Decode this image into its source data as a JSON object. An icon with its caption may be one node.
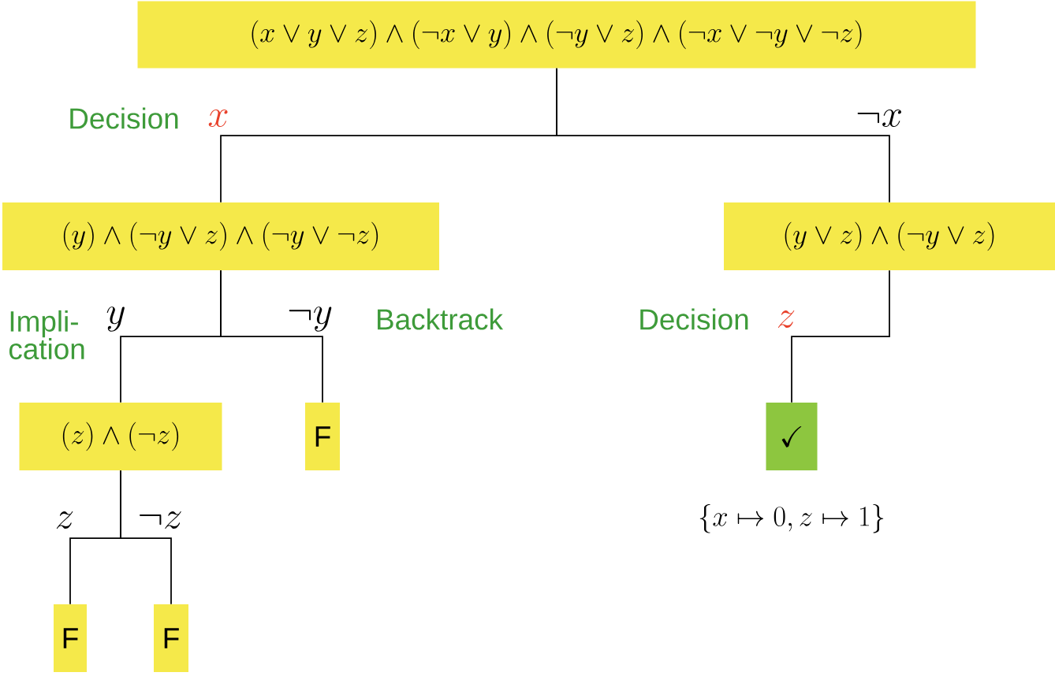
{
  "diagram": {
    "nodes": [
      {
        "text": [
          "(x \\lor y \\lor z) \\land (\\lnot x \\lor y) \\land (\\lnot y \\lor z) \\land (\\lnot x \\lor \\lnot y \\lor \\lnot z)"
        ]
      },
      {
        "text": [
          "(y) \\land (\\lnot y \\lor z) \\land (\\lnot y \\lor \\lnot z)"
        ]
      },
      {
        "text": [
          "(y \\lor z) \\land (\\lnot y \\lor z)"
        ]
      },
      {
        "text": [
          "(z) \\land (\\lnot z)"
        ]
      },
      {
        "text": [
          "F"
        ]
      },
      {
        "text": [
          "\\checkmark"
        ],
        "beside": [
          "\\{x \\mapsto 0, z \\mapsto 1\\}"
        ]
      },
      {
        "text": [
          "F"
        ]
      },
      {
        "text": [
          "F"
        ]
      }
    ],
    "edges": [
      {
        "from": 0,
        "to": 1,
        "arrow": "none",
        "label": "x"
      },
      {
        "from": 0,
        "to": 2,
        "arrow": "none",
        "label": "\\lnot x"
      },
      {
        "from": 1,
        "to": 3,
        "arrow": "none",
        "label": "y"
      },
      {
        "from": 1,
        "to": 4,
        "arrow": "none",
        "label": "\\lnot y"
      },
      {
        "from": 2,
        "to": 5,
        "arrow": "none",
        "label": "z"
      },
      {
        "from": 3,
        "to": 6,
        "arrow": "none",
        "label": "z"
      },
      {
        "from": 3,
        "to": 7,
        "arrow": "none",
        "label": "\\lnot z"
      }
    ],
    "labels": [
      "Decision",
      "Impli-cation",
      "Backtrack",
      "Decision"
    ]
  }
}
